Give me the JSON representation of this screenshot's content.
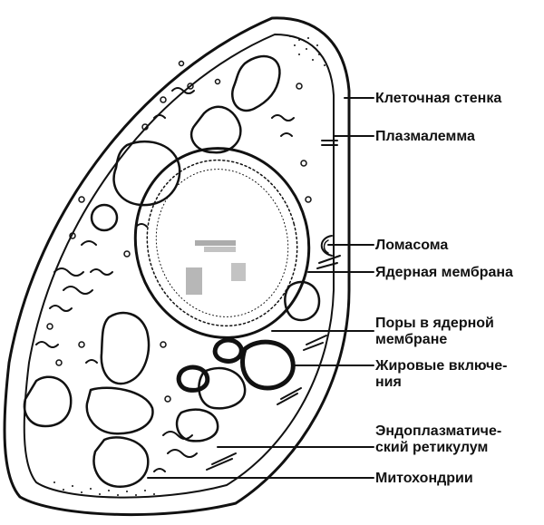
{
  "labels": {
    "cell_wall": "Клеточная стенка",
    "plasmalemma": "Плазмалемма",
    "lomasome": "Ломасома",
    "nuclear_membrane": "Ядерная мембрана",
    "nuclear_pores_1": "Поры в ядерной",
    "nuclear_pores_2": "мембране",
    "fat_1": "Жировые включе-",
    "fat_2": "ния",
    "er_1": "Эндоплазматиче-",
    "er_2": "ский ретикулум",
    "mitochondria": "Митохондрии"
  },
  "colors": {
    "ink": "#111111",
    "background": "#ffffff"
  }
}
